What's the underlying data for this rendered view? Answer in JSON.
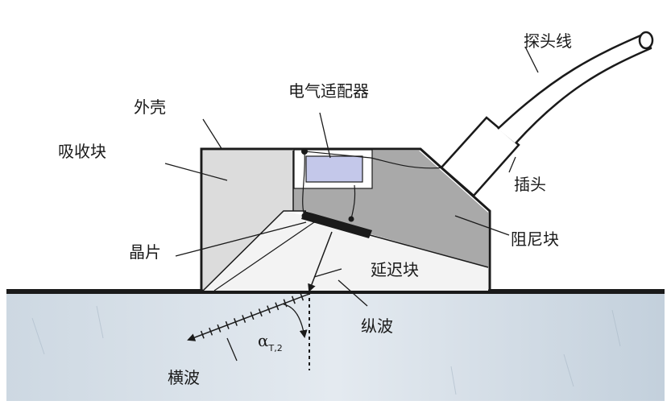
{
  "labels": {
    "cable": "探头线",
    "adapter": "电气适配器",
    "housing": "外壳",
    "absorber": "吸收块",
    "plug": "插头",
    "crystal": "晶片",
    "damping": "阻尼块",
    "delay": "延迟块",
    "longitudinal": "纵波",
    "transverse": "横波",
    "angle_symbol": "α",
    "angle_subscript": "T,2"
  },
  "colors": {
    "material_light": "#dbe3ea",
    "material_mid": "#b9c8d6",
    "damping_fill": "#a9a9a9",
    "absorber_fill": "#dedede",
    "delay_fill": "#f2f2f2",
    "adapter_fill": "#c4c8ea",
    "crystal_fill": "#1a1a1a",
    "outline": "#1a1a1a"
  }
}
